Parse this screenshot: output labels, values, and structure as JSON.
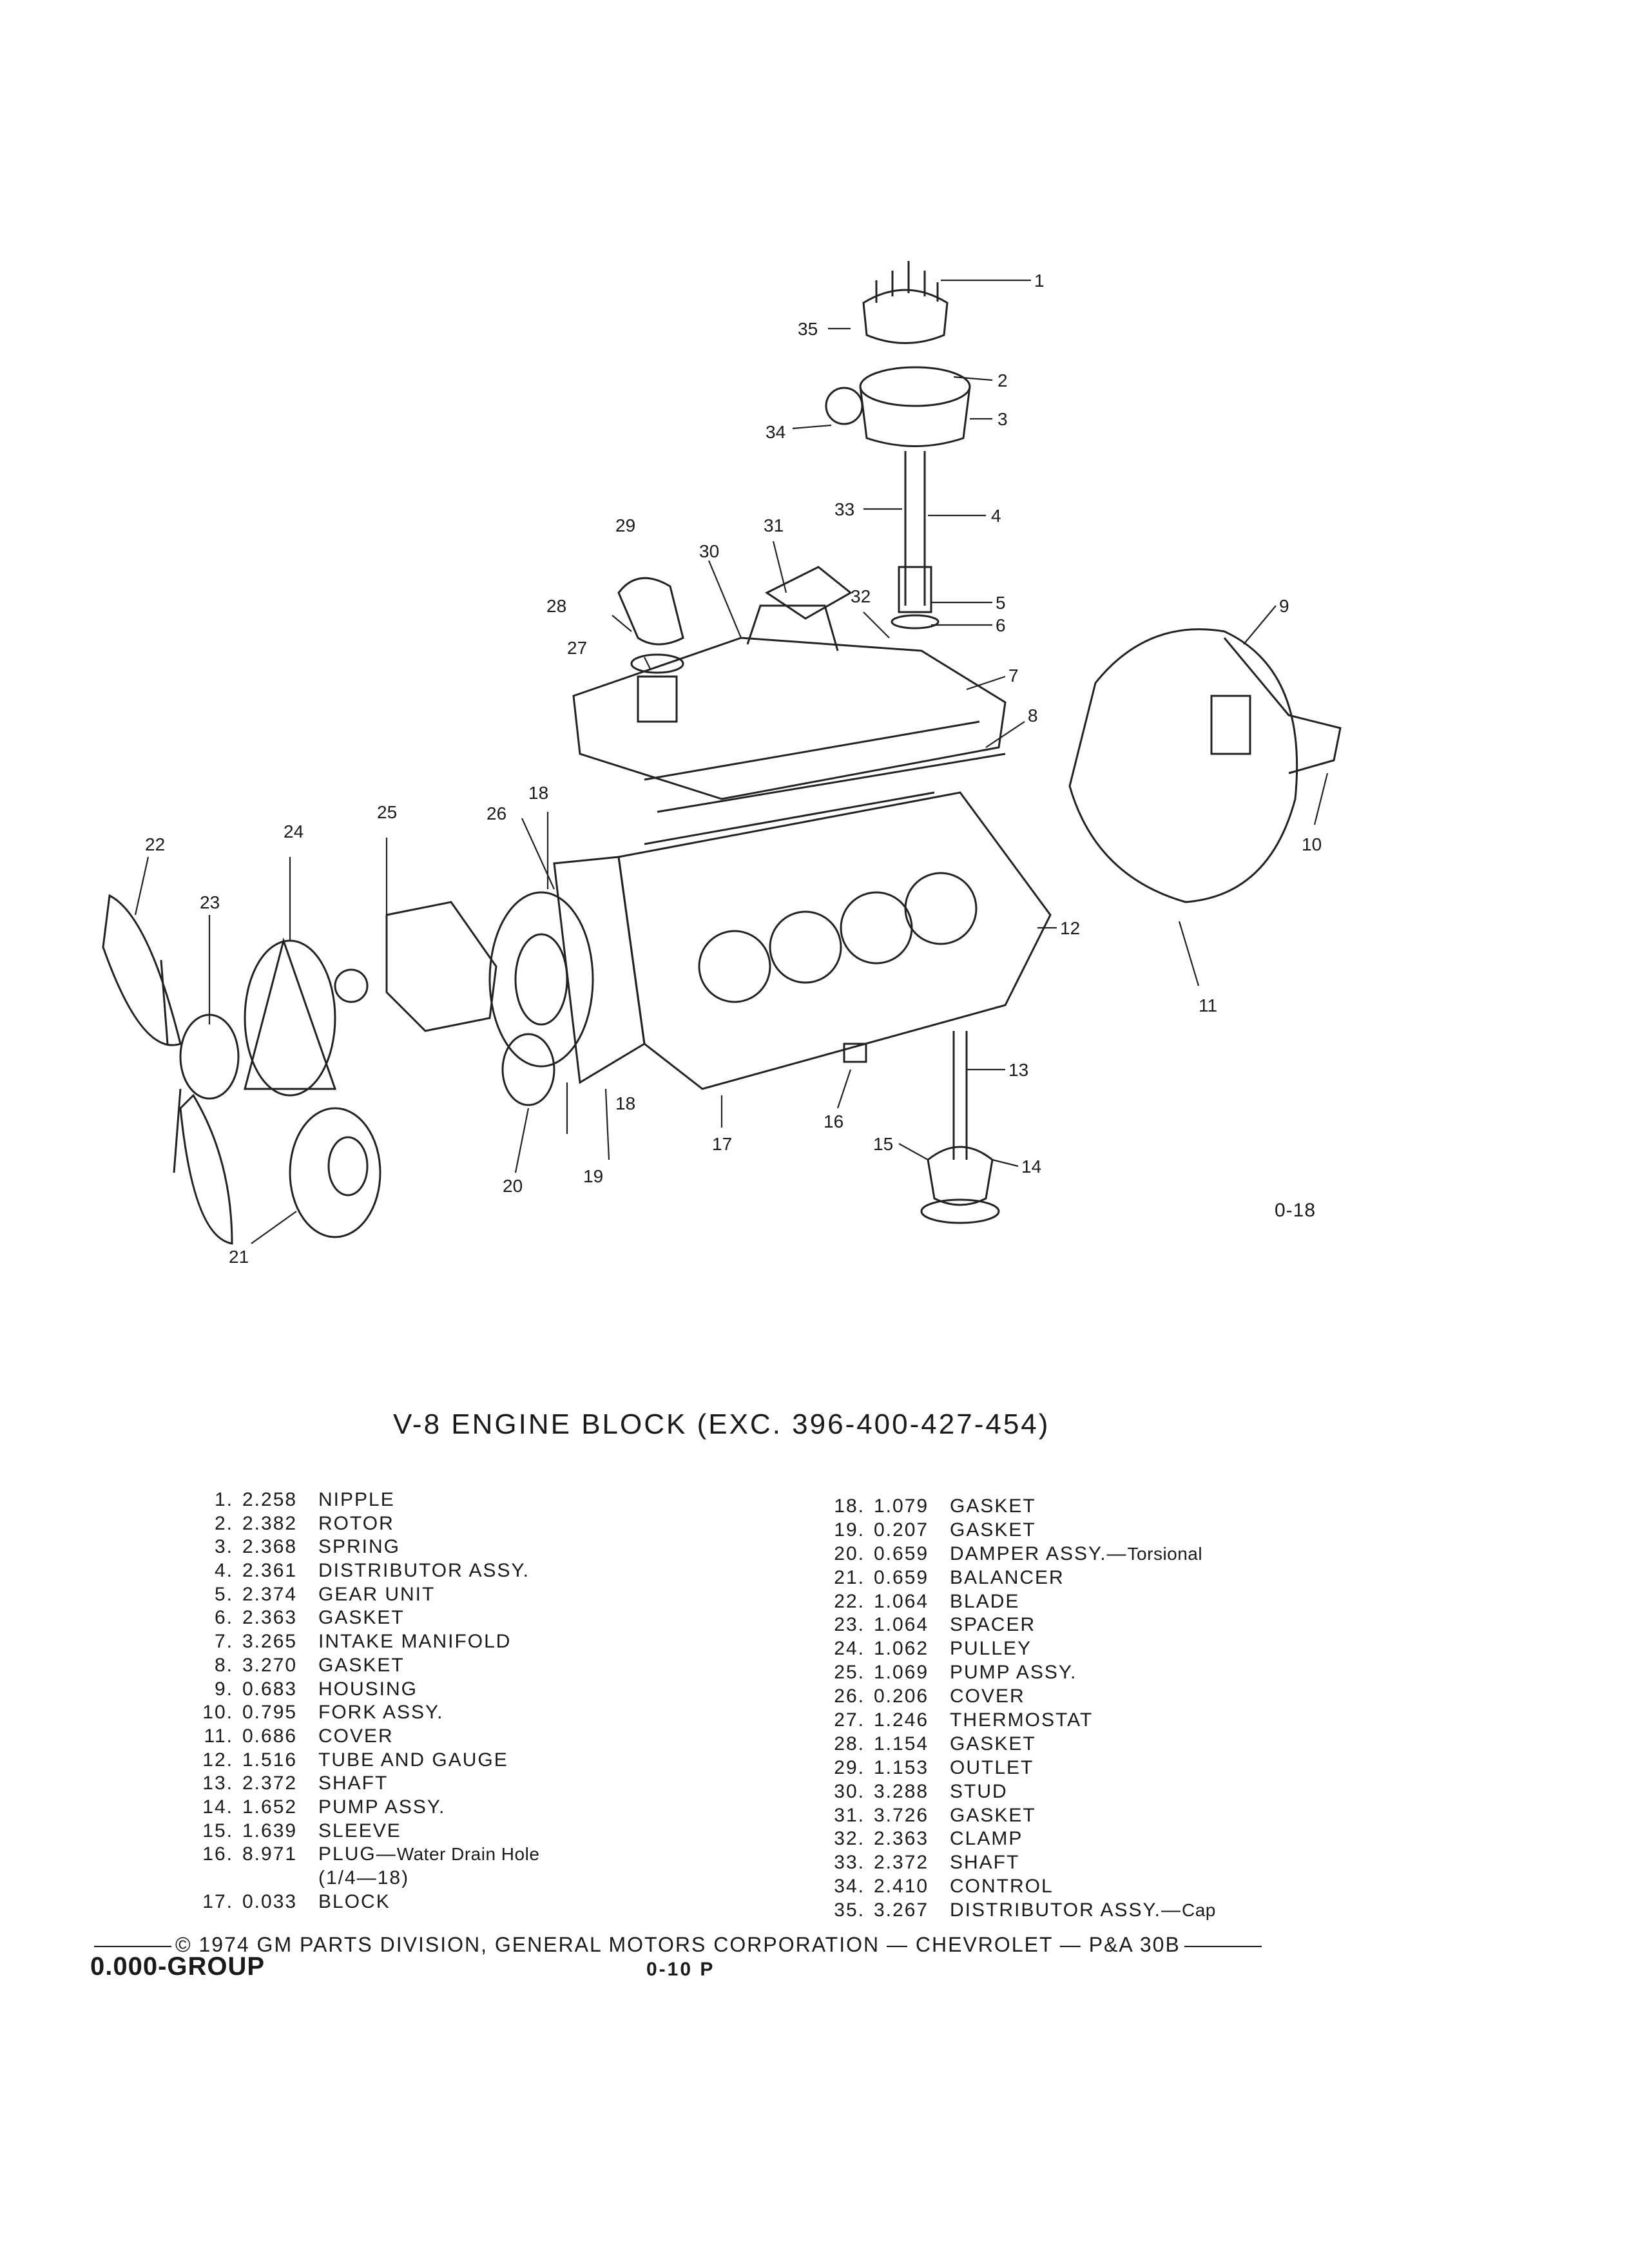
{
  "figure": {
    "code": "0-18",
    "callouts": [
      "1",
      "2",
      "3",
      "4",
      "5",
      "6",
      "7",
      "8",
      "9",
      "10",
      "11",
      "12",
      "13",
      "14",
      "15",
      "16",
      "17",
      "18",
      "18",
      "19",
      "20",
      "21",
      "22",
      "23",
      "24",
      "25",
      "26",
      "27",
      "28",
      "29",
      "30",
      "31",
      "32",
      "33",
      "34",
      "35"
    ]
  },
  "title": "V-8 ENGINE BLOCK (EXC. 396-400-427-454)",
  "parts_left": [
    {
      "num": "1.",
      "code": "2.258",
      "name": "NIPPLE"
    },
    {
      "num": "2.",
      "code": "2.382",
      "name": "ROTOR"
    },
    {
      "num": "3.",
      "code": "2.368",
      "name": "SPRING"
    },
    {
      "num": "4.",
      "code": "2.361",
      "name": "DISTRIBUTOR ASSY."
    },
    {
      "num": "5.",
      "code": "2.374",
      "name": "GEAR UNIT"
    },
    {
      "num": "6.",
      "code": "2.363",
      "name": "GASKET"
    },
    {
      "num": "7.",
      "code": "3.265",
      "name": "INTAKE MANIFOLD"
    },
    {
      "num": "8.",
      "code": "3.270",
      "name": "GASKET"
    },
    {
      "num": "9.",
      "code": "0.683",
      "name": "HOUSING"
    },
    {
      "num": "10.",
      "code": "0.795",
      "name": "FORK ASSY."
    },
    {
      "num": "11.",
      "code": "0.686",
      "name": "COVER"
    },
    {
      "num": "12.",
      "code": "1.516",
      "name": "TUBE AND GAUGE"
    },
    {
      "num": "13.",
      "code": "2.372",
      "name": "SHAFT"
    },
    {
      "num": "14.",
      "code": "1.652",
      "name": "PUMP ASSY."
    },
    {
      "num": "15.",
      "code": "1.639",
      "name": "SLEEVE"
    },
    {
      "num": "16.",
      "code": "8.971",
      "name": "PLUG",
      "suffix": "Water Drain Hole",
      "cont": "(1/4—18)"
    },
    {
      "num": "17.",
      "code": "0.033",
      "name": "BLOCK"
    }
  ],
  "parts_right": [
    {
      "num": "18.",
      "code": "1.079",
      "name": "GASKET"
    },
    {
      "num": "19.",
      "code": "0.207",
      "name": "GASKET"
    },
    {
      "num": "20.",
      "code": "0.659",
      "name": "DAMPER ASSY.",
      "suffix": "Torsional"
    },
    {
      "num": "21.",
      "code": "0.659",
      "name": "BALANCER"
    },
    {
      "num": "22.",
      "code": "1.064",
      "name": "BLADE"
    },
    {
      "num": "23.",
      "code": "1.064",
      "name": "SPACER"
    },
    {
      "num": "24.",
      "code": "1.062",
      "name": "PULLEY"
    },
    {
      "num": "25.",
      "code": "1.069",
      "name": "PUMP ASSY."
    },
    {
      "num": "26.",
      "code": "0.206",
      "name": "COVER"
    },
    {
      "num": "27.",
      "code": "1.246",
      "name": "THERMOSTAT"
    },
    {
      "num": "28.",
      "code": "1.154",
      "name": "GASKET"
    },
    {
      "num": "29.",
      "code": "1.153",
      "name": "OUTLET"
    },
    {
      "num": "30.",
      "code": "3.288",
      "name": "STUD"
    },
    {
      "num": "31.",
      "code": "3.726",
      "name": "GASKET"
    },
    {
      "num": "32.",
      "code": "2.363",
      "name": "CLAMP"
    },
    {
      "num": "33.",
      "code": "2.372",
      "name": "SHAFT"
    },
    {
      "num": "34.",
      "code": "2.410",
      "name": "CONTROL"
    },
    {
      "num": "35.",
      "code": "3.267",
      "name": "DISTRIBUTOR ASSY.",
      "suffix": "Cap"
    }
  ],
  "footer": {
    "copyright": "© 1974 GM PARTS DIVISION, GENERAL MOTORS CORPORATION — CHEVROLET — P&A 30B",
    "group": "0.000-GROUP",
    "page": "0-10 P"
  }
}
